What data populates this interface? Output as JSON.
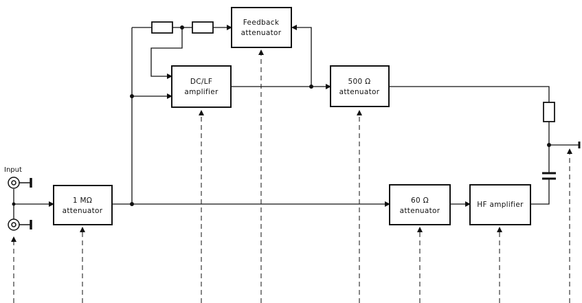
{
  "blocks": {
    "feedback_attenuator": {
      "line1": "Feedback",
      "line2": "attenuator"
    },
    "dc_lf_amplifier": {
      "line1": "DC/LF",
      "line2": "amplifier"
    },
    "attenuator_500": {
      "line1": "500 Ω",
      "line2": "attenuator"
    },
    "attenuator_1m": {
      "line1": "1 MΩ",
      "line2": "attenuator"
    },
    "attenuator_60": {
      "line1": "60 Ω",
      "line2": "attenuator"
    },
    "hf_amplifier": {
      "line1": "HF amplifier"
    }
  },
  "labels": {
    "input": "Input"
  },
  "colors": {
    "ink": "#111111",
    "background": "#ffffff"
  }
}
